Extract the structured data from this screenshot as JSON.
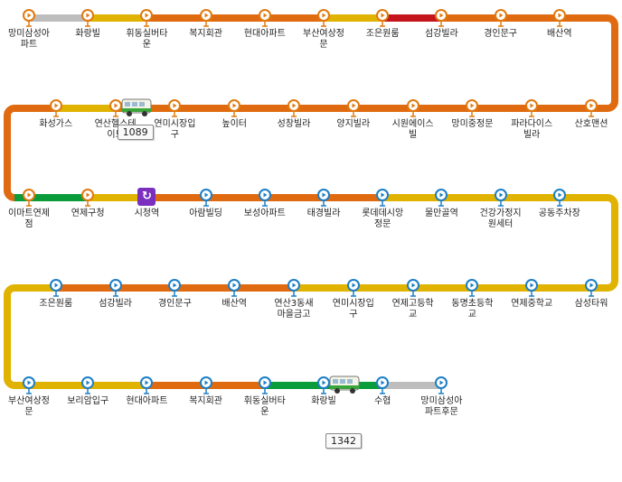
{
  "colors": {
    "slow": "#e06a0f",
    "normal": "#e0b300",
    "smooth": "#0a9b3b",
    "jam": "#c4141c",
    "unknown": "#bdbdbd",
    "pin_orange": "#e07a10",
    "pin_blue": "#1d7fc6",
    "subway": "#7a2fbf"
  },
  "subway_icon": "subway-icon",
  "rows": [
    {
      "direction": "ltr",
      "pin": "orange",
      "stops": [
        {
          "name": "망미삼성아파트"
        },
        {
          "name": "화랑빌"
        },
        {
          "name": "휘동실버타운"
        },
        {
          "name": "복지회관"
        },
        {
          "name": "현대아파트"
        },
        {
          "name": "부산여상정문"
        },
        {
          "name": "조은원룸"
        },
        {
          "name": "섬강빌라"
        },
        {
          "name": "경인문구"
        },
        {
          "name": "배산역"
        }
      ],
      "segments": [
        "unknown",
        "normal",
        "slow",
        "slow",
        "slow",
        "normal",
        "jam",
        "slow",
        "slow",
        "slow"
      ]
    },
    {
      "direction": "rtl",
      "pin": "orange",
      "stops": [
        {
          "name": "산호맨션"
        },
        {
          "name": "파라다이스빌라"
        },
        {
          "name": "망미중정문"
        },
        {
          "name": "시원에이스빌"
        },
        {
          "name": "양지빌라"
        },
        {
          "name": "성창빌라"
        },
        {
          "name": "높이터"
        },
        {
          "name": "연미시장입구"
        },
        {
          "name": "연산헬스테이트"
        },
        {
          "name": "화성가스"
        }
      ],
      "segments": [
        "slow",
        "slow",
        "slow",
        "slow",
        "slow",
        "slow",
        "slow",
        "slow",
        "normal",
        "slow"
      ]
    },
    {
      "direction": "ltr",
      "pin": "mixed",
      "stops": [
        {
          "name": "이마트연제점"
        },
        {
          "name": "연제구청"
        },
        {
          "name": "시청역",
          "subway": true
        },
        {
          "name": "아람빌딩"
        },
        {
          "name": "보성아파트"
        },
        {
          "name": "태경빌라"
        },
        {
          "name": "롯데데시앙정문"
        },
        {
          "name": "물만골역"
        },
        {
          "name": "건강가정지원세터"
        },
        {
          "name": "공동주차장"
        }
      ],
      "segments": [
        "smooth",
        "normal",
        "slow",
        "slow",
        "slow",
        "slow",
        "normal",
        "normal",
        "normal",
        "normal"
      ]
    },
    {
      "direction": "rtl",
      "pin": "blue",
      "stops": [
        {
          "name": "삼성타워"
        },
        {
          "name": "연제중학교"
        },
        {
          "name": "동명초등학교"
        },
        {
          "name": "연제고등학교"
        },
        {
          "name": "연미시장입구"
        },
        {
          "name": "연산3동새마을금고"
        },
        {
          "name": "배산역"
        },
        {
          "name": "경인문구"
        },
        {
          "name": "섬강빌라"
        },
        {
          "name": "조은원룸"
        }
      ],
      "segments": [
        "normal",
        "normal",
        "normal",
        "normal",
        "normal",
        "slow",
        "slow",
        "slow",
        "slow",
        "normal"
      ]
    },
    {
      "direction": "ltr",
      "pin": "blue",
      "stops": [
        {
          "name": "부산여상정문"
        },
        {
          "name": "보리암입구"
        },
        {
          "name": "현대아파트"
        },
        {
          "name": "복지회관"
        },
        {
          "name": "휘동실버타운"
        },
        {
          "name": "화랑빌"
        },
        {
          "name": "수협"
        },
        {
          "name": "망미삼성아파트후문"
        }
      ],
      "segments": [
        "normal",
        "normal",
        "slow",
        "slow",
        "smooth",
        "smooth",
        "unknown"
      ]
    }
  ],
  "buses": [
    {
      "number": "1089",
      "row": 1,
      "near_stop": 8
    },
    {
      "number": "1342",
      "row": 4,
      "near_stop": 5
    }
  ]
}
